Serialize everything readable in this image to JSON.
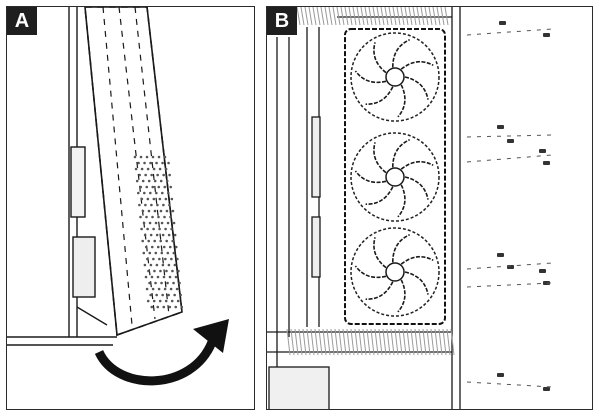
{
  "panels": [
    {
      "label": "A",
      "caption": "panel-a"
    },
    {
      "label": "B",
      "caption": "panel-b"
    }
  ],
  "colors": {
    "line": "#1a1a1a",
    "panel_border": "#2b2b2b",
    "badge_bg": "#1f1f1f",
    "badge_text": "#ffffff",
    "hatch": "#9a9a9a"
  },
  "icons": {
    "rotate_arrow": "curved-arrow-icon",
    "fan": "fan-icon"
  }
}
